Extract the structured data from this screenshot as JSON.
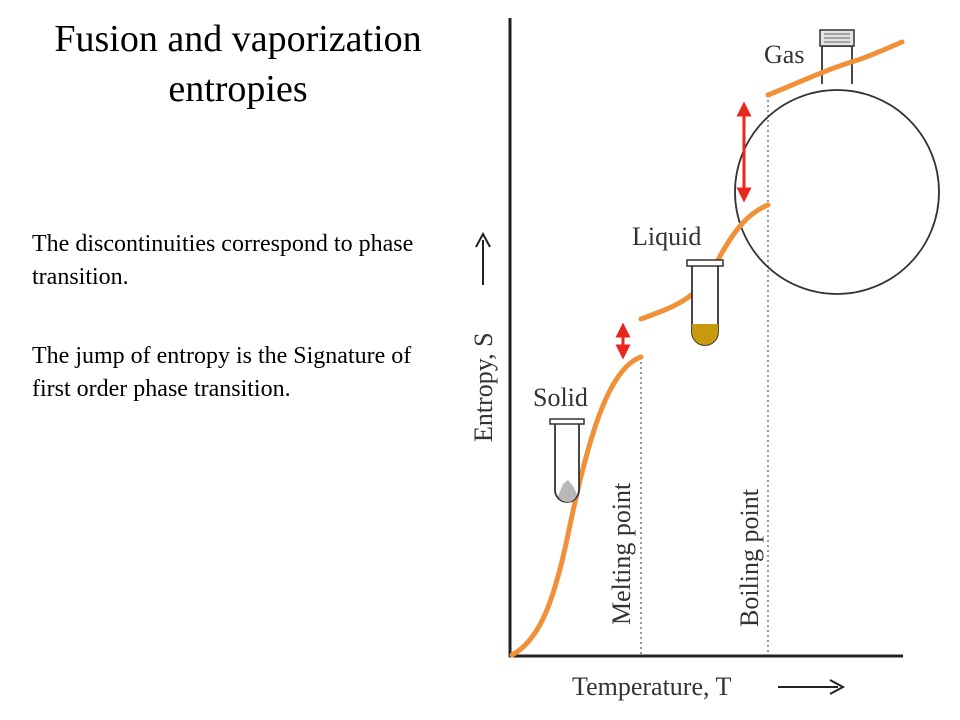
{
  "title": {
    "line1": "Fusion and vaporization",
    "line2": "entropies"
  },
  "paragraphs": [
    "The discontinuities correspond to phase transition.",
    "The jump of entropy is the Signature of first order phase transition."
  ],
  "diagram": {
    "phase_labels": {
      "solid": "Solid",
      "liquid": "Liquid",
      "gas": "Gas"
    },
    "transition_labels": {
      "melting": "Melting point",
      "boiling": "Boiling point"
    },
    "axis_labels": {
      "y": "Entropy, S",
      "x": "Temperature, T"
    },
    "colors": {
      "curve": "#f0913a",
      "arrow": "#e8261c",
      "axis": "#222222",
      "liquid_fill": "#c79a10",
      "solid_fill": "#b8b8b8"
    }
  }
}
